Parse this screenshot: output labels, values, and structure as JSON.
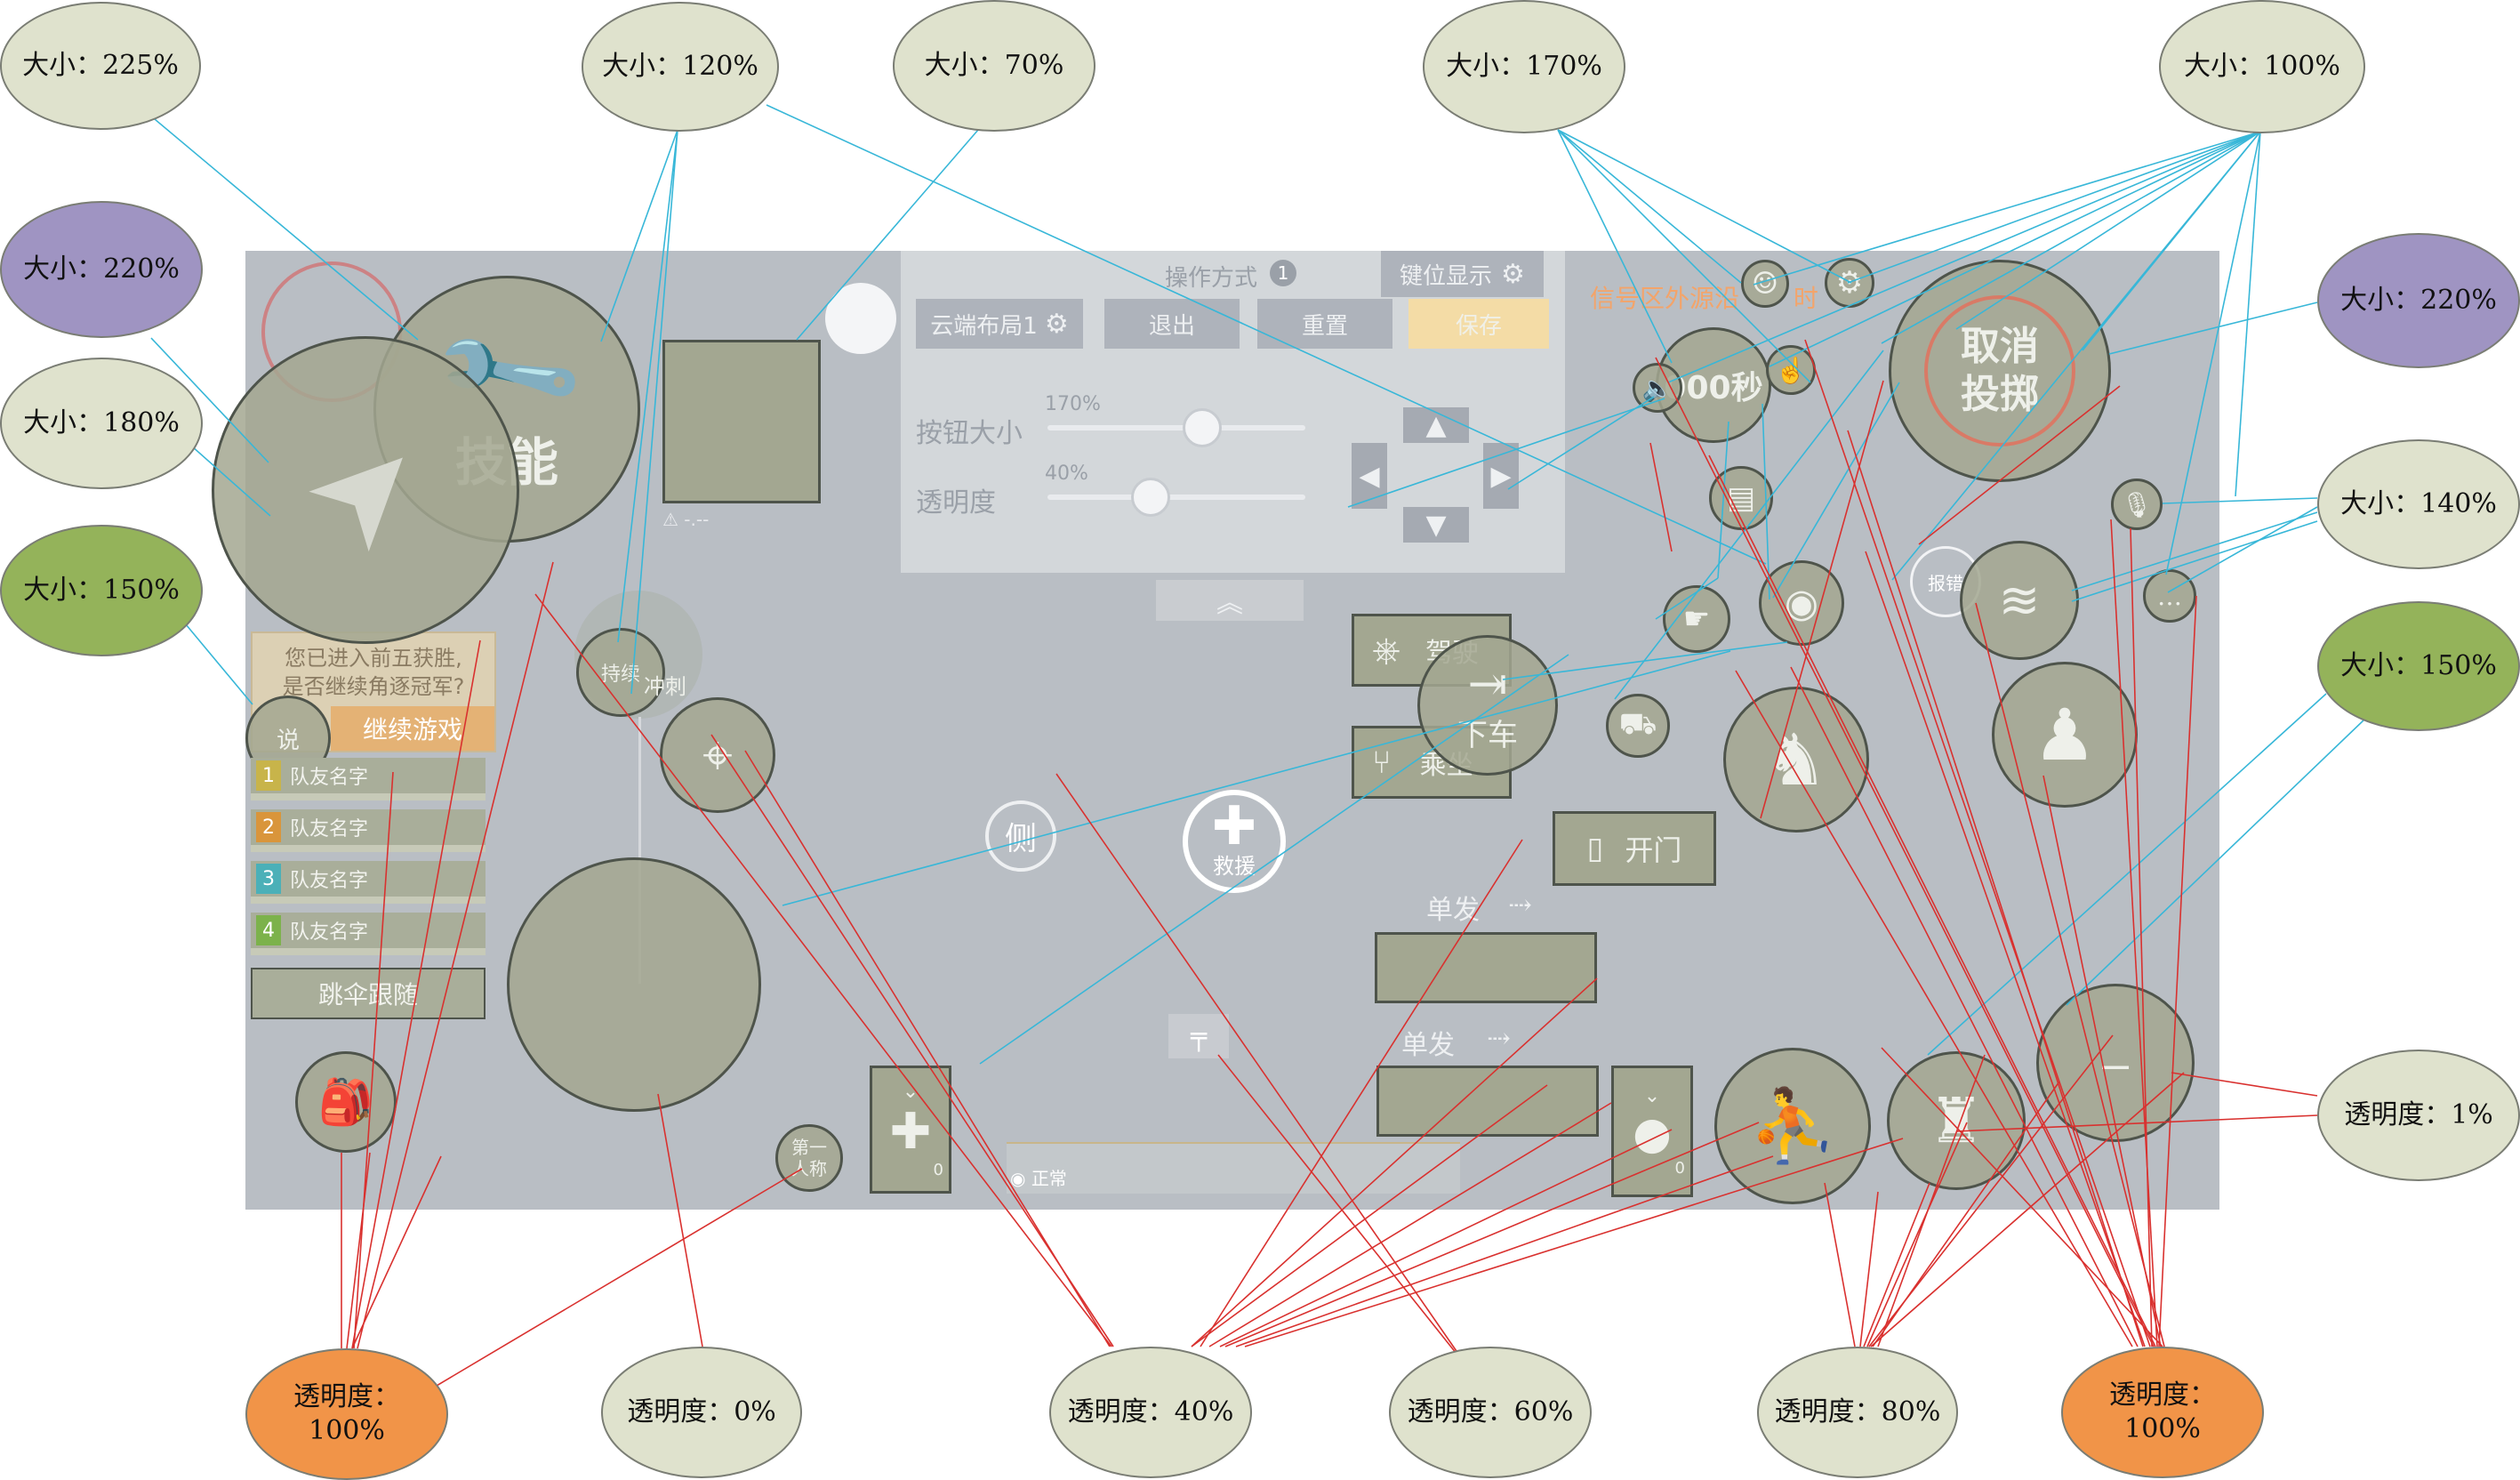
{
  "size_labels": {
    "s225": "大小：225%",
    "s120": "大小：120%",
    "s70": "大小：70%",
    "s170": "大小：170%",
    "s100": "大小：100%",
    "s220_left": "大小：220%",
    "s180": "大小：180%",
    "s150_left": "大小：150%",
    "s220_right": "大小：220%",
    "s140": "大小：140%",
    "s150_right": "大小：150%"
  },
  "opacity_labels": {
    "o1": "透明度：1%",
    "o100_left_line1": "透明度：",
    "o100_left_line2": "100%",
    "o0": "透明度：0%",
    "o40": "透明度：40%",
    "o60": "透明度：60%",
    "o80": "透明度：80%",
    "o100_right_line1": "透明度：",
    "o100_right_line2": "100%"
  },
  "settings_panel": {
    "title": "操作方式",
    "title_badge": "1",
    "key_display": "键位显示",
    "layout_name": "云端布局1",
    "exit_label": "退出",
    "reset_label": "重置",
    "save_label": "保存",
    "button_size_label": "按钮大小",
    "button_size_value": "170%",
    "button_size_fraction": 0.6,
    "opacity_label": "透明度",
    "opacity_value": "40%",
    "opacity_fraction": 0.4
  },
  "hud": {
    "skill_label": "技能",
    "cancel_throw_line1": "取消",
    "cancel_throw_line2": "投掷",
    "timer_label": "000秒",
    "signal_warning": "信号区外源沿",
    "signal_warning_tail": "时",
    "top5_prompt_line1": "您已进入前五获胜,",
    "top5_prompt_line2": "是否继续角逐冠军?",
    "continue_game": "继续游戏",
    "teammates": [
      {
        "num": "1",
        "name": "队友名字",
        "color": "#c8b44a"
      },
      {
        "num": "2",
        "name": "队友名字",
        "color": "#d9953b"
      },
      {
        "num": "3",
        "name": "队友名字",
        "color": "#4bb0b8"
      },
      {
        "num": "4",
        "name": "队友名字",
        "color": "#7cb24b"
      }
    ],
    "parachute_follow": "跳伞跟随",
    "sprint_label": "冲刺",
    "sprint_short": "持续",
    "side_label": "侧",
    "rescue_label": "救援",
    "drive_label": "驾驶",
    "ride_label": "乘坐",
    "get_off_label": "下车",
    "open_door_label": "开门",
    "single_fire_1": "单发",
    "single_fire_2": "单发",
    "first_person_line1": "第一",
    "first_person_line2": "人称",
    "status_normal": "正常",
    "medkit_count": "0",
    "grenade_count": "0",
    "small_left_label": "说",
    "signal_marker": "报错",
    "ping_placeholder": "-.--"
  },
  "colors": {
    "blue_line": "#38b7d8",
    "red_line": "#d9312f",
    "note_gray": "#dfe2cd",
    "note_purple": "#9f94c2",
    "note_green": "#94b35a",
    "note_orange": "#f19448"
  }
}
